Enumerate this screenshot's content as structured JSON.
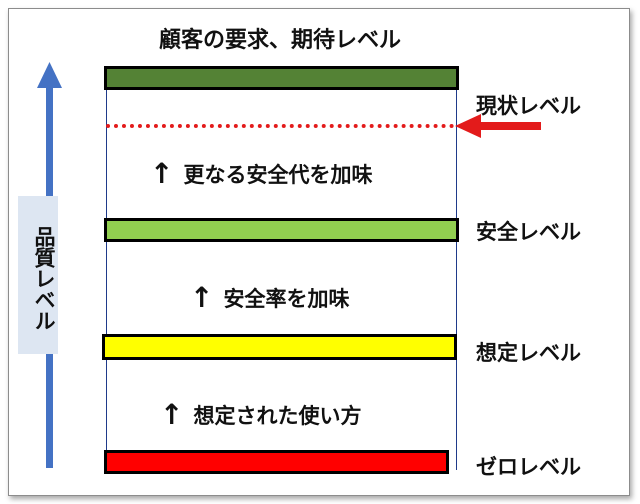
{
  "title": "顧客の要求、期待レベル",
  "levels": {
    "current": "現状レベル",
    "safety": "安全レベル",
    "assumed": "想定レベル",
    "zero": "ゼロレベル"
  },
  "middle": {
    "safety_margin": "更なる安全代を加味",
    "safety_rate": "安全率を加味",
    "usage": "想定された使い方"
  },
  "up_glyph": "↑",
  "quality_label": "品質レベル",
  "colors": {
    "customer_bar": "#548235",
    "safety_bar": "#92d050",
    "assumed_bar": "#ffff00",
    "zero_bar": "#ff0000",
    "current_line": "#e31b1b",
    "quality_arrow": "#4472c4",
    "quality_box": "#dde6f2"
  },
  "icons": [
    "up-arrow-icon",
    "red-left-arrow-icon",
    "blue-up-arrow-icon"
  ]
}
